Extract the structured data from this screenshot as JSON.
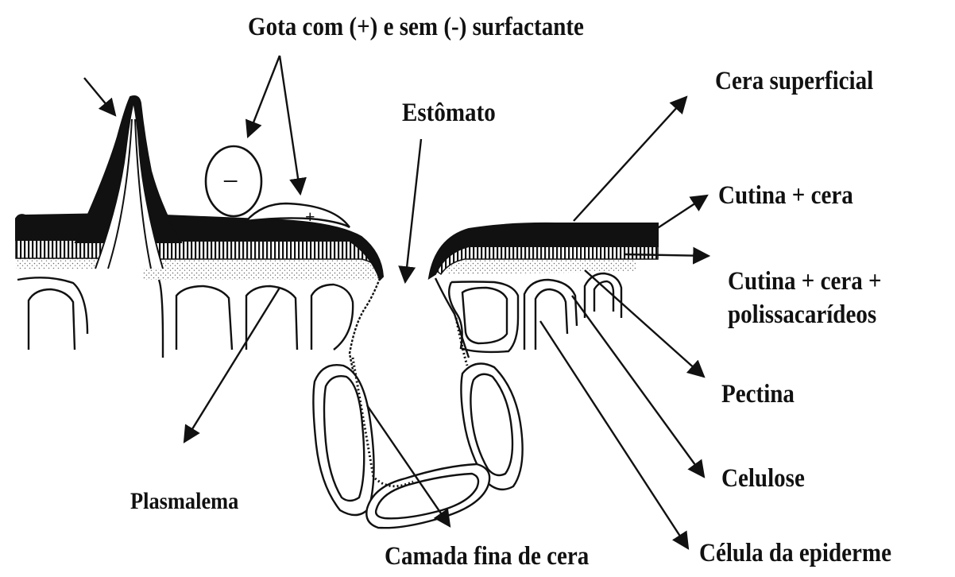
{
  "figure": {
    "labels": {
      "drop": "Gota com (+) e sem (-) surfactante",
      "stoma": "Estômato",
      "surface_wax": "Cera superficial",
      "cutin_wax": "Cutina + cera",
      "cutin_wax_poly_line1": "Cutina + cera +",
      "cutin_wax_poly_line2": "polissacarídeos",
      "pectin": "Pectina",
      "cellulose": "Celulose",
      "epidermal_cell": "Célula da epiderme",
      "plasmalemma": "Plasmalema",
      "thin_wax_layer": "Camada fina de cera"
    },
    "symbols": {
      "drop_minus": "−",
      "drop_plus": "+"
    },
    "colors": {
      "ink": "#111111",
      "paper": "#ffffff",
      "stipple": "#6b6b6b"
    }
  }
}
